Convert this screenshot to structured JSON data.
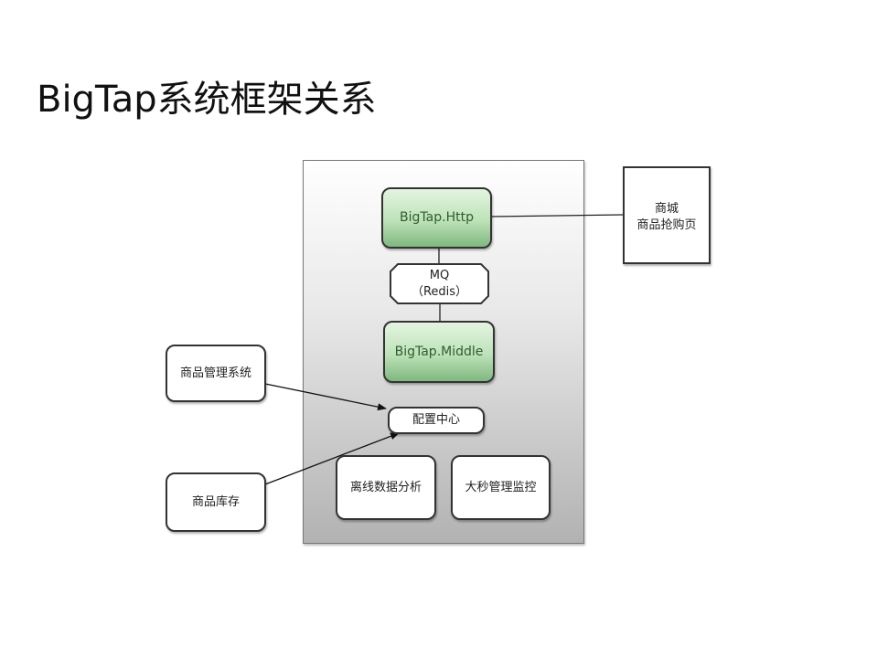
{
  "title": "BigTap系统框架关系",
  "nodes": {
    "http": "BigTap.Http",
    "mq_line1": "MQ",
    "mq_line2": "（Redis）",
    "middle": "BigTap.Middle",
    "mall_line1": "商城",
    "mall_line2": "商品抢购页",
    "goods_mgmt": "商品管理系统",
    "config_center": "配置中心",
    "offline_analysis": "离线数据分析",
    "monitor": "大秒管理监控",
    "inventory": "商品库存"
  },
  "colors": {
    "node_green_top": "#e4f4e1",
    "node_green_bottom": "#80b880",
    "node_text_green": "#2e5e2e"
  }
}
